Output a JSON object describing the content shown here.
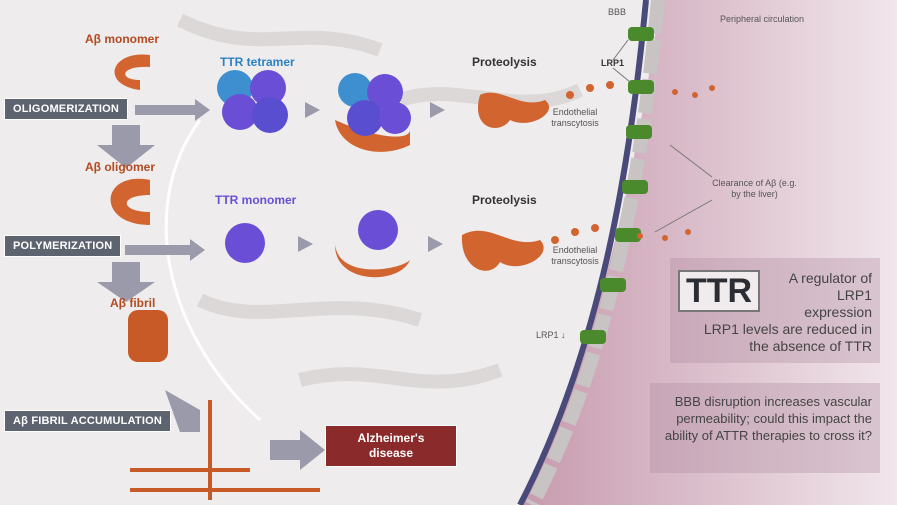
{
  "left": {
    "monomer": "Aβ monomer",
    "oligomerization": "OLIGOMERIZATION",
    "oligomer": "Aβ oligomer",
    "polymerization": "POLYMERIZATION",
    "fibril": "Aβ fibril",
    "accumulation": "Aβ FIBRIL ACCUMULATION"
  },
  "middle": {
    "ttr_tetramer": "TTR tetramer",
    "ttr_monomer": "TTR monomer",
    "proteolysis_top": "Proteolysis",
    "proteolysis_bottom": "Proteolysis",
    "transcytosis_top": "Endothelial transcytosis",
    "transcytosis_bottom": "Endothelial transcytosis",
    "alzheimers": "Alzheimer's disease"
  },
  "barrier": {
    "bbb": "BBB",
    "lrp1": "LRP1",
    "lrp1_down": "LRP1 ↓",
    "peripheral": "Peripheral circulation",
    "clearance": "Clearance of Aβ (e.g. by the liver)"
  },
  "panel": {
    "ttr_badge": "TTR",
    "regulator": "A regulator of LRP1 expression",
    "reduced": "LRP1 levels are reduced in the absence of TTR",
    "bbb_question": "BBB disruption increases vascular permeability; could this impact the ability of ATTR therapies to cross it?"
  },
  "colors": {
    "abeta": "#c8582a",
    "ttr_blue": "#3d8fd0",
    "ttr_purple": "#6a4fd6",
    "membrane": "#4a4a7a",
    "lrp1": "#4b8a2c",
    "periphery": "#d8b8c6"
  }
}
